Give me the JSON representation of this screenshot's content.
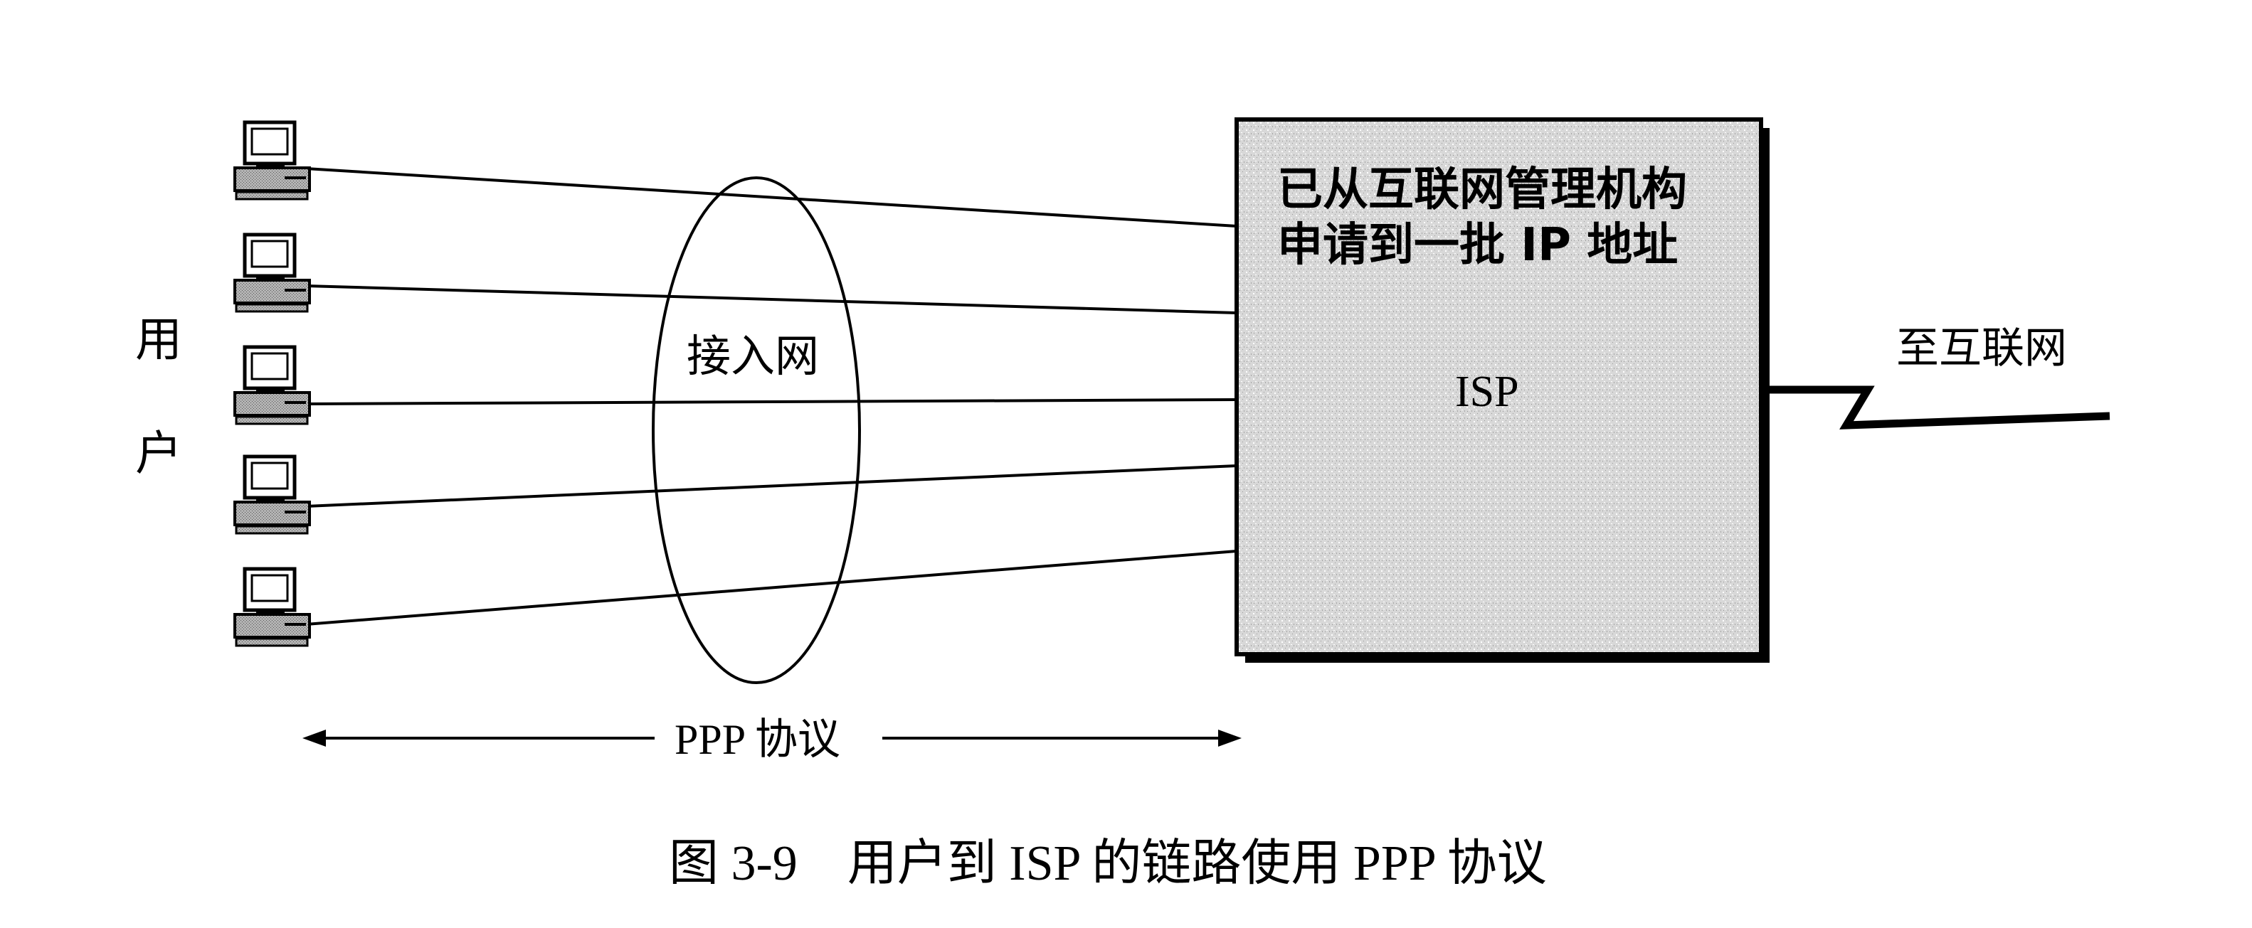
{
  "users": {
    "label_chars": [
      "用",
      "户"
    ],
    "count": 5
  },
  "access_network": {
    "label": "接入网"
  },
  "isp": {
    "caption_lines": [
      "已从互联网管理机构",
      "申请到一批 IP 地址"
    ],
    "label": "ISP",
    "fill_color": "#d9d9d9"
  },
  "internet": {
    "label": "至互联网"
  },
  "protocol": {
    "label": "PPP 协议"
  },
  "caption": {
    "number": "图 3-9",
    "text": "用户到 ISP 的链路使用 PPP 协议"
  }
}
